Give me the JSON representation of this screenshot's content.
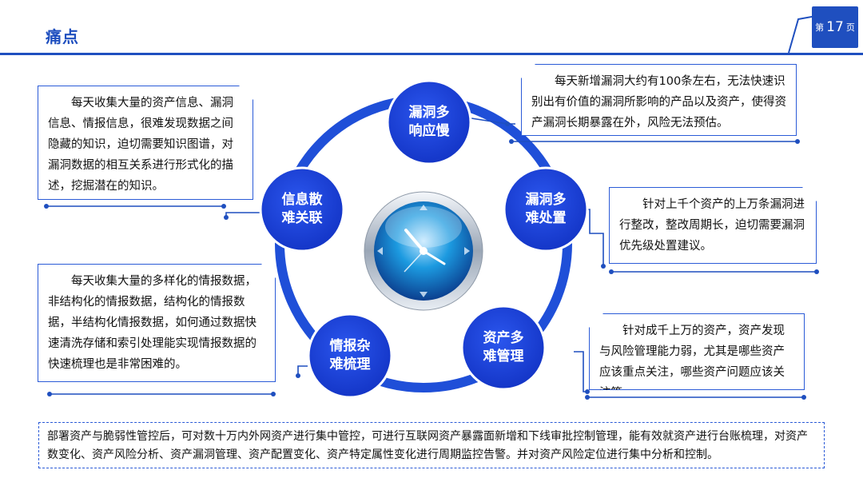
{
  "header": {
    "title": "痛点",
    "page_prefix": "第",
    "page_number": "17",
    "page_suffix": "页"
  },
  "center": {
    "icon": "clock-icon"
  },
  "nodes": [
    {
      "label": "漏洞多响应慢"
    },
    {
      "label": "漏洞多难处置"
    },
    {
      "label": "资产多难管理"
    },
    {
      "label": "情报杂难梳理"
    },
    {
      "label": "信息散难关联"
    }
  ],
  "callouts": {
    "top_left": "每天收集大量的资产信息、漏洞信息、情报信息，很难发现数据之间隐藏的知识，迫切需要知识图谱，对漏洞数据的相互关系进行形式化的描述，挖掘潜在的知识。",
    "top_right": "每天新增漏洞大约有100条左右，无法快速识别出有价值的漏洞所影响的产品以及资产，使得资产漏洞长期暴露在外，风险无法预估。",
    "mid_right": "针对上千个资产的上万条漏洞进行整改，整改周期长，迫切需要漏洞优先级处置建议。",
    "bottom_left": "每天收集大量的多样化的情报数据，非结构化的情报数据，结构化的情报数据，半结构化情报数据，如何通过数据快速清洗存储和索引处理能实现情报数据的快速梳理也是非常困难的。",
    "bottom_right": "针对成千上万的资产，资产发现与风险管理能力弱，尤其是哪些资产应该重点关注，哪些资产问题应该关注等。"
  },
  "summary": "部署资产与脆弱性管控后，可对数十万内外网资产进行集中管控，可进行互联网资产暴露面新增和下线审批控制管理，能有效就资产进行台账梳理，对资产数变化、资产风险分析、资产漏洞管理、资产配置变化、资产特定属性变化进行周期监控告警。并对资产风险定位进行集中分析和控制。",
  "colors": {
    "primary": "#1f4fbf",
    "node": "#1a3fd6",
    "ring": "#1f4fd8"
  }
}
